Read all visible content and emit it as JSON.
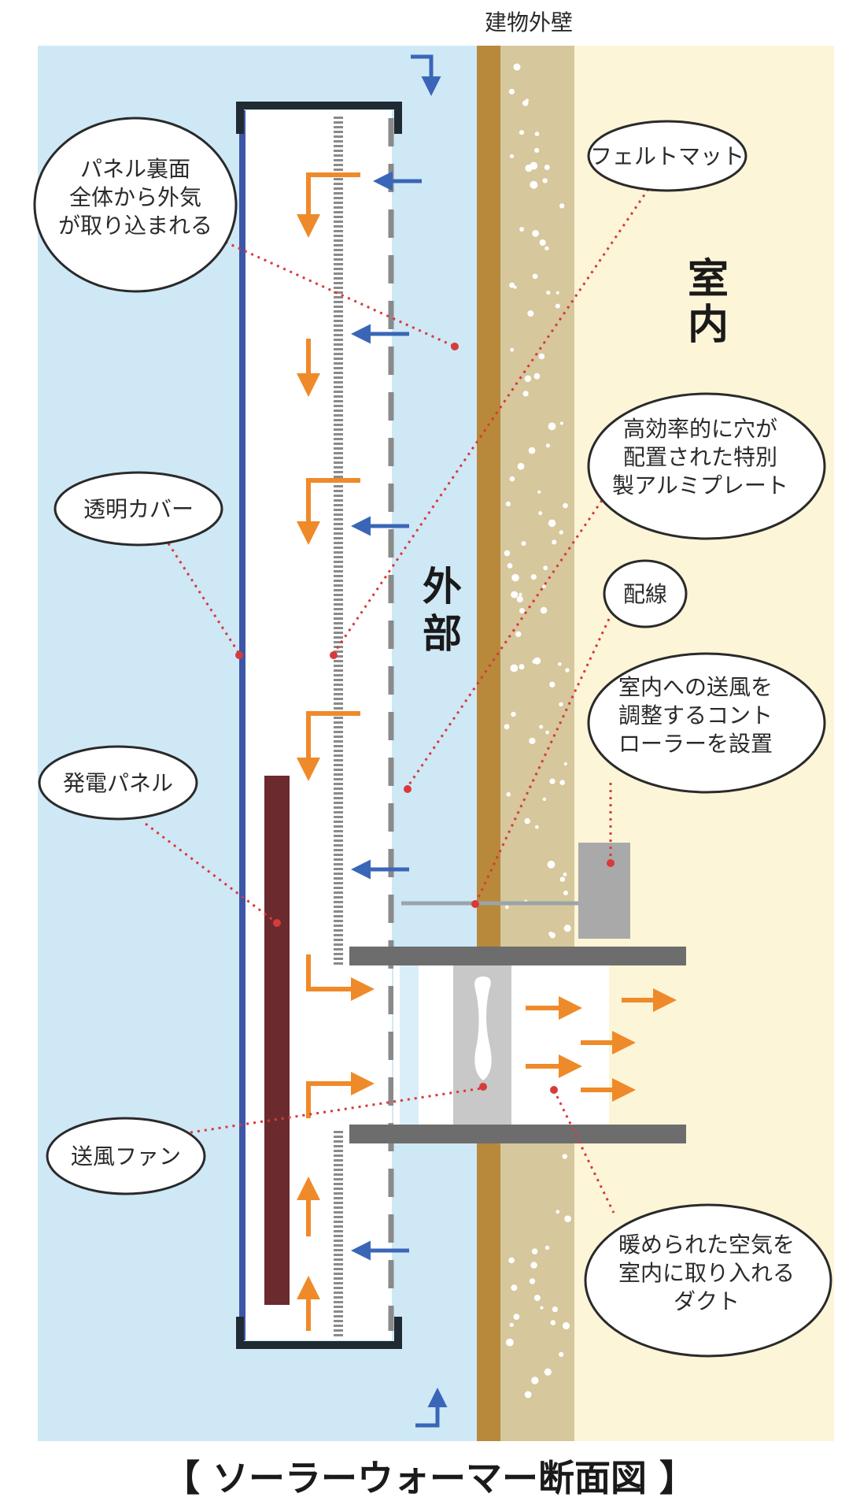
{
  "header": {
    "wall_label": "建物外壁"
  },
  "zones": {
    "indoor": "室内",
    "outdoor": "外部"
  },
  "callouts": {
    "panel_back_intake": [
      "パネル裏面",
      "全体から外気",
      "が取り込まれる"
    ],
    "felt_mat": [
      "フェルトマット"
    ],
    "aluminum_plate": [
      "高効率的に穴が",
      "配置された特別",
      "製アルミプレート"
    ],
    "transparent_cover": [
      "透明カバー"
    ],
    "wiring": [
      "配線"
    ],
    "controller": [
      "室内への送風を",
      "調整するコント",
      "ローラーを設置"
    ],
    "power_panel": [
      "発電パネル"
    ],
    "fan": [
      "送風ファン"
    ],
    "duct": [
      "暖められた空気を",
      "室内に取り入れる",
      "ダクト"
    ]
  },
  "footer": {
    "title": "【 ソーラーウォーマー断面図 】"
  },
  "colors": {
    "outdoor_bg": "#cfe8f6",
    "indoor_bg": "#fdf5d8",
    "wall_outer": "#b8893a",
    "wall_inner": "#d6c79c",
    "frame": "#1f2a33",
    "cover": "#3d56a8",
    "plate": "#9a9a9a",
    "panel": "#6b2a2e",
    "warm_arrow": "#ef8a2a",
    "cool_arrow": "#3a66b8",
    "leader": "#d83a3a"
  }
}
